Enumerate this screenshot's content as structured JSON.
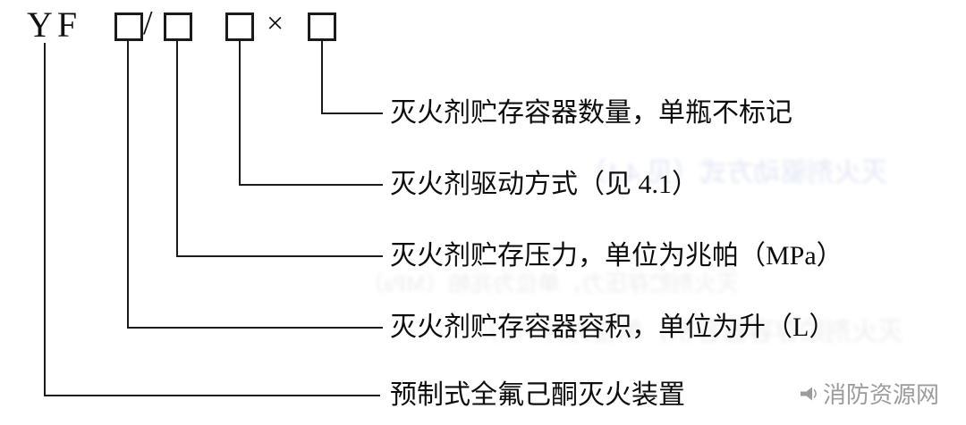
{
  "code": {
    "prefix": "YF",
    "separator": "/",
    "multiply": "×",
    "boxes": [
      "box-volume",
      "box-pressure",
      "box-drive-mode",
      "box-container-count"
    ]
  },
  "labels": [
    {
      "text": "灭火剂贮存容器数量，单瓶不标记"
    },
    {
      "text": "灭火剂驱动方式（见 4.1）"
    },
    {
      "text": "灭火剂贮存压力，单位为兆帕（MPa）"
    },
    {
      "text": "灭火剂贮存容器容积，单位为升（L）"
    },
    {
      "text": "预制式全氟己酮灭火装置"
    }
  ],
  "watermark": {
    "site": "消防资源网"
  },
  "colors": {
    "line": "#1b1b1b",
    "text": "#0d0d0d",
    "watermark_gray": "#9c9c9c",
    "ghost_blue": "#3f62c0"
  }
}
